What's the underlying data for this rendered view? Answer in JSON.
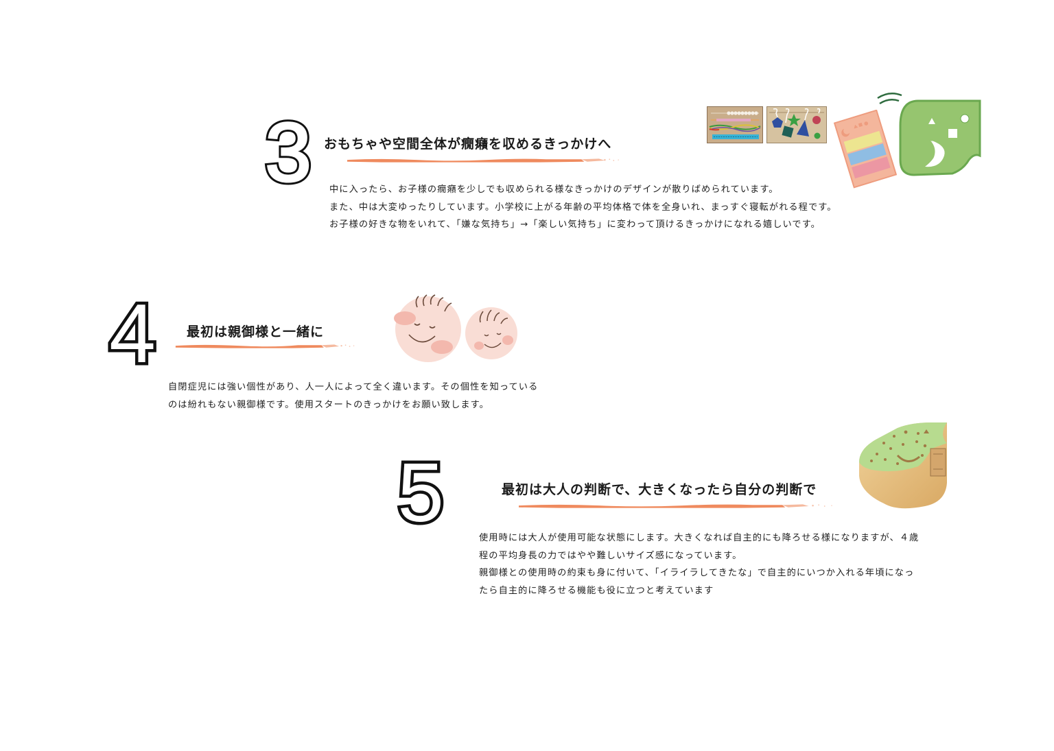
{
  "accent_color": "#ef8a5e",
  "sections": [
    {
      "number": "3",
      "heading": "おもちゃや空間全体が癇癪を収めるきっかけへ",
      "body": [
        "中に入ったら、お子様の癇癪を少しでも収められる様なきっかけのデザインが散りばめられています。",
        "また、中は大変ゆったりしています。小学校に上がる年齢の平均体格で体を全身いれ、まっすぐ寝転がれる程です。",
        "お子様の好きな物をいれて、「嫌な気持ち」→「楽しい気持ち」に変わって頂けるきっかけになれる嬉しいです。"
      ],
      "illustrations": [
        "bead-abacus-board",
        "shape-lacing-board",
        "pink-color-card",
        "green-elephant-panel"
      ]
    },
    {
      "number": "4",
      "heading": "最初は親御様と一緒に",
      "body": [
        "自閉症児には強い個性があり、人一人によって全く違います。その個性を知っている",
        "のは紛れもない親御様です。使用スタートのきっかけをお願い致します。"
      ],
      "illustrations": [
        "parent-face",
        "child-face"
      ]
    },
    {
      "number": "5",
      "heading": "最初は大人の判断で、大きくなったら自分の判断で",
      "body": [
        "使用時には大人が使用可能な状態にします。大きくなれば自主的にも降ろせる様になりますが、４歳",
        "程の平均身長の力ではやや難しいサイズ感になっています。",
        "親御様との使用時の約束も身に付いて、「イライラしてきたな」で自主的にいつか入れる年頃になっ",
        "たら自主的に降ろせる機能も役に立つと考えています"
      ],
      "illustrations": [
        "wooden-box-product"
      ]
    }
  ]
}
